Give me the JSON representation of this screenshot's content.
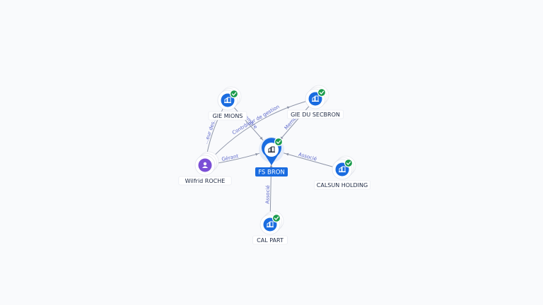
{
  "colors": {
    "company": "#1a6ce0",
    "person": "#7b4fd6",
    "verified": "#1b9b4c",
    "edge": "#8e95a8",
    "edge_label": "#5b66c9"
  },
  "nodes": [
    {
      "id": "fsbron",
      "label": "FS BRON",
      "kind": "center",
      "icon": "company-building-icon",
      "verified": true
    },
    {
      "id": "giemions",
      "label": "GIE MIONS",
      "kind": "company",
      "icon": "company-building-icon",
      "verified": true
    },
    {
      "id": "giesecbron",
      "label": "GIE DU SECBRON",
      "kind": "company",
      "icon": "company-building-icon",
      "verified": true
    },
    {
      "id": "wilfrid",
      "label": "Wilfrid ROCHE",
      "kind": "person",
      "icon": "person-icon",
      "verified": false
    },
    {
      "id": "calsun",
      "label": "CALSUN HOLDING",
      "kind": "company",
      "icon": "company-building-icon",
      "verified": true
    },
    {
      "id": "calpart",
      "label": "CAL PART",
      "kind": "company",
      "icon": "company-building-icon",
      "verified": true
    }
  ],
  "edges": [
    {
      "from": "wilfrid",
      "to": "giemions",
      "label": "...eur des..."
    },
    {
      "from": "giemions",
      "to": "fsbron",
      "label": "Membre"
    },
    {
      "from": "wilfrid",
      "to": "giesecbron",
      "label": "Contrôleur de gestion"
    },
    {
      "from": "giesecbron",
      "to": "fsbron",
      "label": "Membre"
    },
    {
      "from": "wilfrid",
      "to": "fsbron",
      "label": "Gérant"
    },
    {
      "from": "calsun",
      "to": "fsbron",
      "label": "Associé"
    },
    {
      "from": "calpart",
      "to": "fsbron",
      "label": "Associé"
    }
  ]
}
